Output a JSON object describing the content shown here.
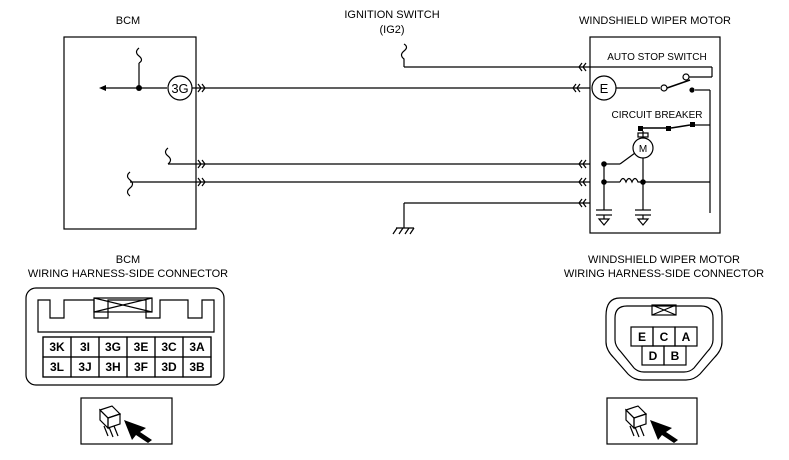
{
  "colors": {
    "ink": "#000000",
    "paper": "#ffffff"
  },
  "labels": {
    "bcm": "BCM",
    "ignition_switch": "IGNITION SWITCH",
    "ig2": "(IG2)",
    "wiper_motor": "WINDSHIELD WIPER MOTOR",
    "auto_stop_switch": "AUTO STOP SWITCH",
    "circuit_breaker": "CIRCUIT BREAKER",
    "bcm_connector_line1": "BCM",
    "bcm_connector_line2": "WIRING HARNESS-SIDE CONNECTOR",
    "wiper_connector_line1": "WINDSHIELD WIPER MOTOR",
    "wiper_connector_line2": "WIRING HARNESS-SIDE CONNECTOR"
  },
  "terminals": {
    "bcm_3g": "3G",
    "wiper_e": "E",
    "motor": "M"
  },
  "bcm_connector": {
    "row1": [
      "3K",
      "3I",
      "3G",
      "3E",
      "3C",
      "3A"
    ],
    "row2": [
      "3L",
      "3J",
      "3H",
      "3F",
      "3D",
      "3B"
    ]
  },
  "wiper_connector": {
    "row1": [
      "E",
      "C",
      "A"
    ],
    "row2": [
      "D",
      "B"
    ]
  },
  "icons": [
    "connector-view-icon",
    "ground-icon",
    "coil-icon",
    "motor-icon",
    "switch-icon"
  ]
}
